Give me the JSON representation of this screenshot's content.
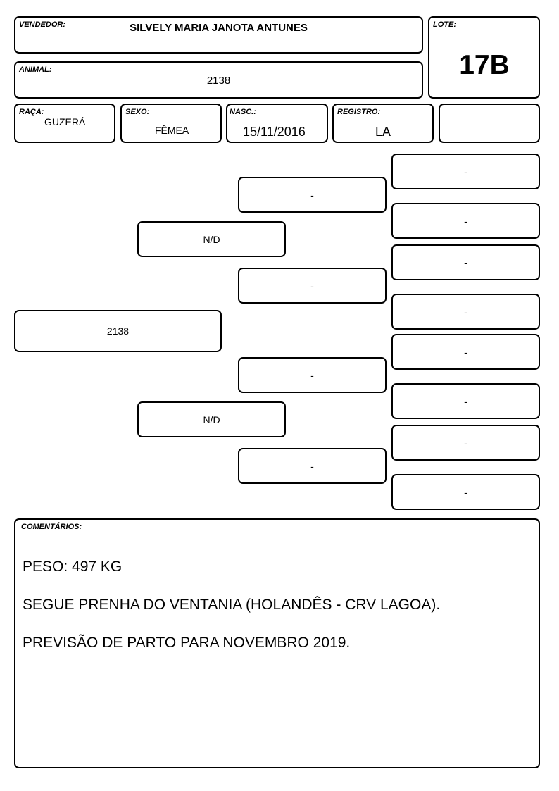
{
  "header": {
    "vendedor_label": "VENDEDOR:",
    "vendedor_value": "SILVELY MARIA JANOTA ANTUNES",
    "lote_label": "LOTE:",
    "lote_value": "17B",
    "animal_label": "ANIMAL:",
    "animal_value": "2138"
  },
  "details": {
    "raca_label": "RAÇA:",
    "raca_value": "GUZERÁ",
    "sexo_label": "SEXO:",
    "sexo_value": "FÊMEA",
    "nasc_label": "NASC.:",
    "nasc_value": "15/11/2016",
    "registro_label": "REGISTRO:",
    "registro_value": "LA",
    "extra_value": ""
  },
  "pedigree": {
    "animal": "2138",
    "sire": "N/D",
    "dam": "N/D",
    "sire_sire": "-",
    "sire_dam": "-",
    "dam_sire": "-",
    "dam_dam": "-",
    "ggp": [
      "-",
      "-",
      "-",
      "-",
      "-",
      "-",
      "-",
      "-"
    ]
  },
  "comments": {
    "label": "COMENTÁRIOS:",
    "lines": [
      "PESO: 497 KG",
      "SEGUE PRENHA DO VENTANIA (HOLANDÊS - CRV LAGOA).",
      "PREVISÃO DE PARTO PARA NOVEMBRO 2019."
    ]
  }
}
